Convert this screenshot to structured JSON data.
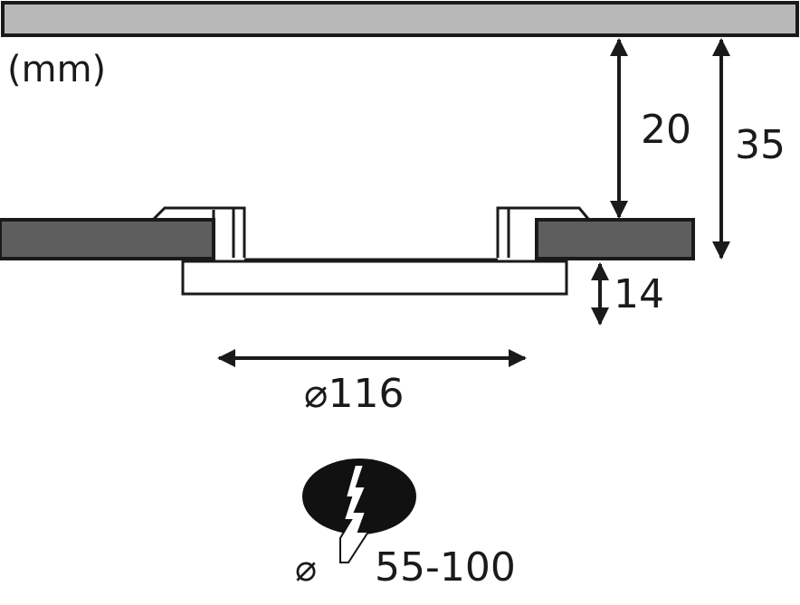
{
  "diagram": {
    "unit_label": "(mm)",
    "dim_ceiling_gap": "20",
    "dim_total_depth": "35",
    "dim_thickness": "14",
    "dim_diameter": "⌀116",
    "cutout_symbol": "⌀",
    "cutout_range": "55-100"
  },
  "colors": {
    "ceiling_fill": "#b8b8b8",
    "board_fill": "#5e5e5e",
    "outline": "#1a1a1a",
    "hole_fill": "#111111",
    "background": "#ffffff"
  },
  "icons": {
    "cable_icon": "lightning-bolt"
  }
}
